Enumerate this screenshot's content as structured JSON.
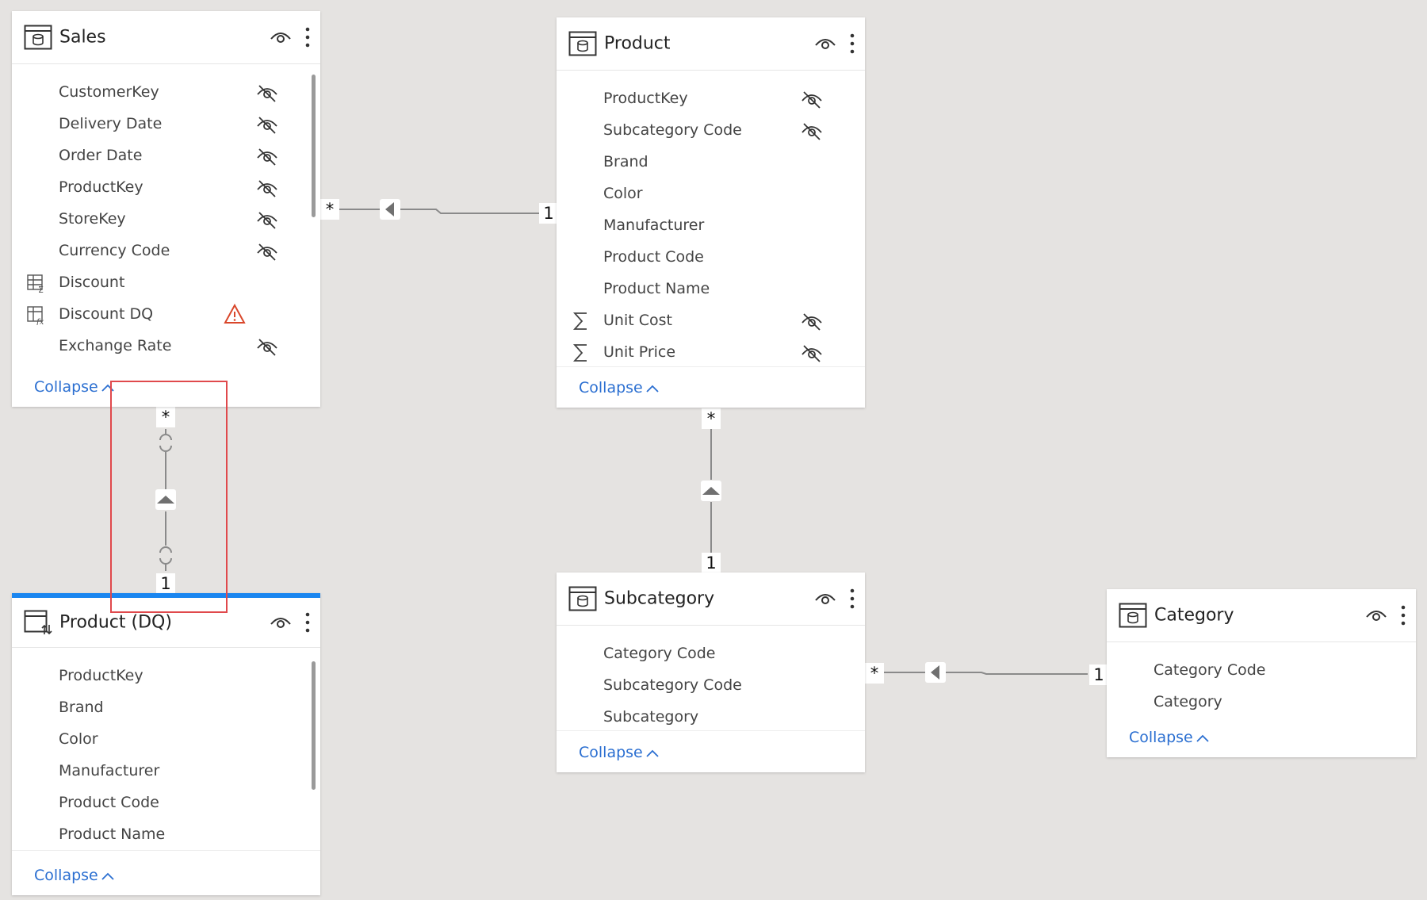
{
  "tables": {
    "sales": {
      "title": "Sales",
      "fields": [
        {
          "name": "CustomerKey"
        },
        {
          "name": "Delivery Date"
        },
        {
          "name": "Order Date"
        },
        {
          "name": "ProductKey"
        },
        {
          "name": "StoreKey"
        },
        {
          "name": "Currency Code"
        },
        {
          "name": "Discount"
        },
        {
          "name": "Discount DQ"
        },
        {
          "name": "Exchange Rate"
        }
      ],
      "collapse_label": "Collapse"
    },
    "product": {
      "title": "Product",
      "fields": [
        {
          "name": "ProductKey"
        },
        {
          "name": "Subcategory Code"
        },
        {
          "name": "Brand"
        },
        {
          "name": "Color"
        },
        {
          "name": "Manufacturer"
        },
        {
          "name": "Product Code"
        },
        {
          "name": "Product Name"
        },
        {
          "name": "Unit Cost"
        },
        {
          "name": "Unit Price"
        }
      ],
      "collapse_label": "Collapse"
    },
    "product_dq": {
      "title": "Product (DQ)",
      "fields": [
        {
          "name": "ProductKey"
        },
        {
          "name": "Brand"
        },
        {
          "name": "Color"
        },
        {
          "name": "Manufacturer"
        },
        {
          "name": "Product Code"
        },
        {
          "name": "Product Name"
        }
      ],
      "collapse_label": "Collapse"
    },
    "subcategory": {
      "title": "Subcategory",
      "fields": [
        {
          "name": "Category Code"
        },
        {
          "name": "Subcategory Code"
        },
        {
          "name": "Subcategory"
        }
      ],
      "collapse_label": "Collapse"
    },
    "category": {
      "title": "Category",
      "fields": [
        {
          "name": "Category Code"
        },
        {
          "name": "Category"
        }
      ],
      "collapse_label": "Collapse"
    }
  },
  "relationships": {
    "many": "*",
    "one": "1"
  },
  "colors": {
    "accent": "#1a86f0",
    "link": "#2b6fd1",
    "warning": "#d9472b",
    "highlight": "#e0494c"
  }
}
